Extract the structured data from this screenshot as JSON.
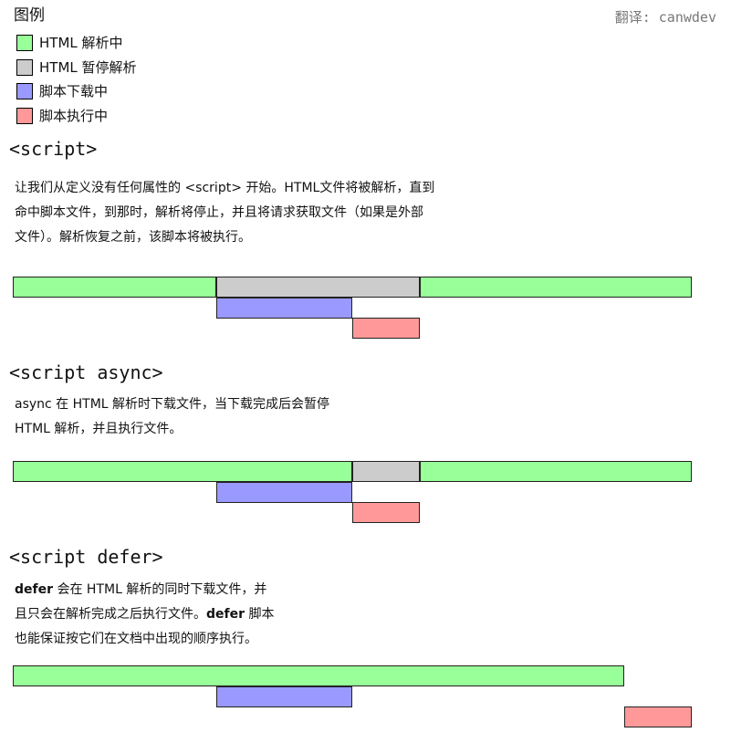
{
  "legend": {
    "title": "图例",
    "credit": "翻译: canwdev",
    "items": [
      {
        "label": "HTML 解析中",
        "color": "#99ff99"
      },
      {
        "label": "HTML 暂停解析",
        "color": "#cccccc"
      },
      {
        "label": "脚本下载中",
        "color": "#9999ff"
      },
      {
        "label": "脚本执行中",
        "color": "#ff9999"
      }
    ]
  },
  "sections": {
    "plain": {
      "title": "<script>",
      "lines": [
        "让我们从定义没有任何属性的 <script> 开始。HTML文件将被解析，直到",
        "命中脚本文件，到那时，解析将停止，并且将请求获取文件（如果是外部",
        "文件）。解析恢复之前，该脚本将被执行。"
      ]
    },
    "async": {
      "title": "<script async>",
      "lines": [
        "async 在 HTML 解析时下载文件，当下载完成后会暂停",
        "HTML 解析，并且执行文件。"
      ]
    },
    "defer": {
      "title": "<script defer>",
      "line1_bold": "defer",
      "line1_rest": " 会在 HTML 解析的同时下载文件，并",
      "line2_text": "且只会在解析完成之后执行文件。",
      "line2_bold": "defer",
      "line2_rest": " 脚本",
      "line3": "也能保证按它们在文档中出现的顺序执行。"
    }
  },
  "timelines": {
    "plain": [
      {
        "kind": "html-parsing",
        "row": 0,
        "start": 0,
        "end": 3
      },
      {
        "kind": "html-paused",
        "row": 0,
        "start": 3,
        "end": 6
      },
      {
        "kind": "html-parsing",
        "row": 0,
        "start": 6,
        "end": 10
      },
      {
        "kind": "script-download",
        "row": 1,
        "start": 3,
        "end": 5
      },
      {
        "kind": "script-execution",
        "row": 2,
        "start": 5,
        "end": 6
      }
    ],
    "async": [
      {
        "kind": "html-parsing",
        "row": 0,
        "start": 0,
        "end": 5
      },
      {
        "kind": "html-paused",
        "row": 0,
        "start": 5,
        "end": 6
      },
      {
        "kind": "html-parsing",
        "row": 0,
        "start": 6,
        "end": 10
      },
      {
        "kind": "script-download",
        "row": 1,
        "start": 3,
        "end": 5
      },
      {
        "kind": "script-execution",
        "row": 2,
        "start": 5,
        "end": 6
      }
    ],
    "defer": [
      {
        "kind": "html-parsing",
        "row": 0,
        "start": 0,
        "end": 9
      },
      {
        "kind": "script-download",
        "row": 1,
        "start": 3,
        "end": 5
      },
      {
        "kind": "script-execution",
        "row": 2,
        "start": 9,
        "end": 10
      }
    ]
  }
}
